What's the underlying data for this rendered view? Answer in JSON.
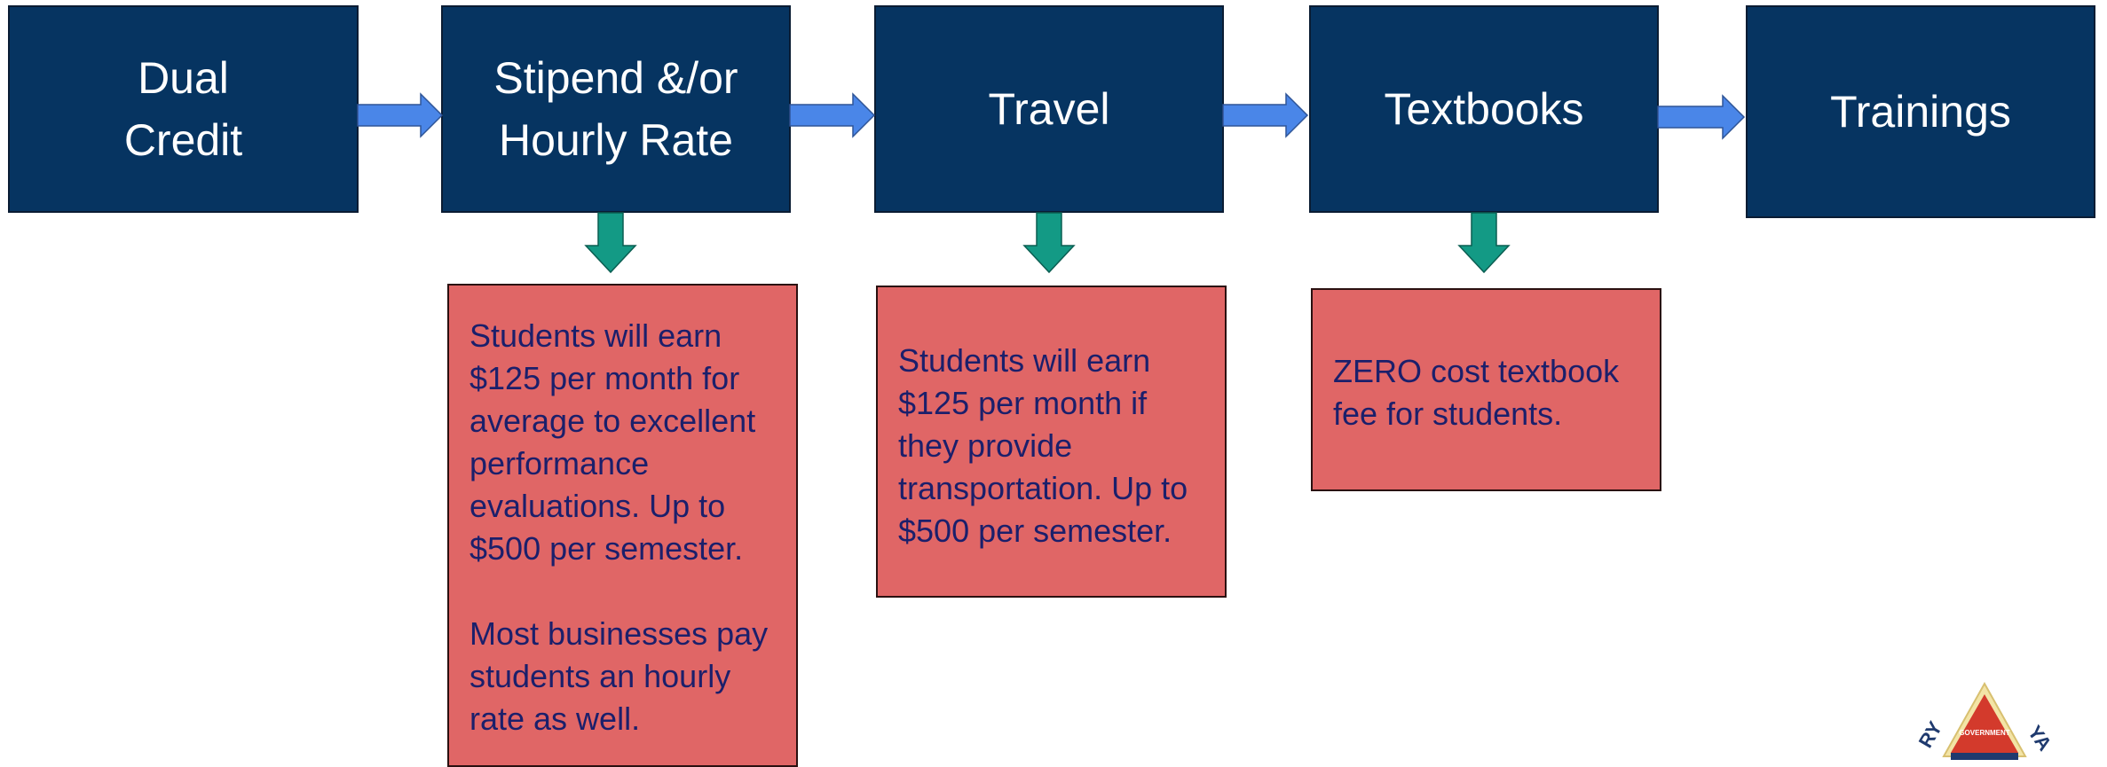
{
  "steps": [
    {
      "label": "Dual\nCredit"
    },
    {
      "label": "Stipend &/or\nHourly Rate"
    },
    {
      "label": "Travel"
    },
    {
      "label": "Textbooks"
    },
    {
      "label": "Trainings"
    }
  ],
  "details": {
    "stipend": "Students will earn\n$125 per month for\naverage to excellent\nperformance\nevaluations. Up to\n$500 per semester.\n\nMost businesses pay\nstudents an hourly\nrate as well.",
    "travel": "Students will earn\n$125 per month if\nthey provide\ntransportation. Up to\n$500 per semester.",
    "textbooks": "ZERO cost textbook\nfee for students."
  },
  "logo": {
    "text": "GOVERNMENT",
    "left_fragment": "RY",
    "right_fragment": "YA"
  },
  "colors": {
    "step_fill": "#063461",
    "note_fill": "#e06666",
    "note_text": "#1b1f6b",
    "right_arrow": "#4a86e8",
    "down_arrow": "#139a85"
  }
}
